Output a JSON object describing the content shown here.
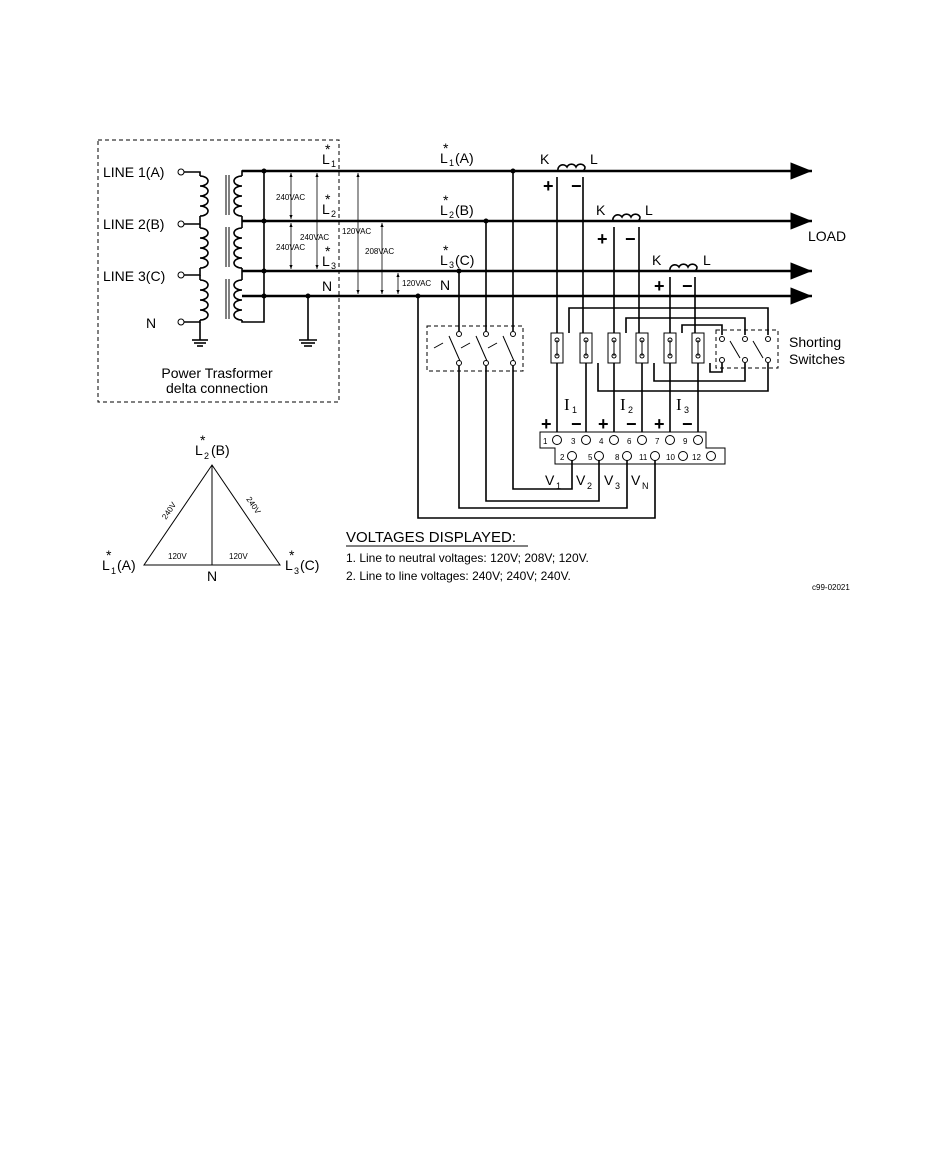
{
  "transformer": {
    "lines": [
      "LINE 1(A)",
      "LINE 2(B)",
      "LINE 3(C)",
      "N"
    ],
    "title_line1": "Power Trasformer",
    "title_line2": "delta connection"
  },
  "phase_labels": {
    "L1": "L",
    "L1_sub": "1",
    "L2": "L",
    "L2_sub": "2",
    "L3": "L",
    "L3_sub": "3",
    "N": "N",
    "star": "*"
  },
  "bus_labels": {
    "a": "L",
    "a_sub": "1",
    "a_suffix": "(A)",
    "b": "L",
    "b_sub": "2",
    "b_suffix": "(B)",
    "c": "L",
    "c_sub": "3",
    "c_suffix": "(C)",
    "n": "N"
  },
  "voltages": {
    "v240a": "240VAC",
    "v240b": "240VAC",
    "v240c": "240VAC",
    "v120a": "120VAC",
    "v208": "208VAC",
    "v120b": "120VAC"
  },
  "load": "LOAD",
  "ct": {
    "k": "K",
    "l": "L",
    "plus": "+",
    "minus": "−"
  },
  "shorting": {
    "line1": "Shorting",
    "line2": "Switches"
  },
  "currents": {
    "i": "I",
    "i1": "1",
    "i2": "2",
    "i3": "3"
  },
  "terminals": {
    "top": [
      "1",
      "3",
      "4",
      "6",
      "7",
      "9"
    ],
    "bottom": [
      "2",
      "5",
      "8",
      "11",
      "10",
      "12"
    ]
  },
  "vlabels": {
    "v": "V",
    "v1": "1",
    "v2": "2",
    "v3": "3",
    "vn": "N"
  },
  "triangle": {
    "top": "L",
    "top_sub": "2",
    "top_suffix": "(B)",
    "left": "L",
    "left_sub": "1",
    "left_suffix": "(A)",
    "right": "L",
    "right_sub": "3",
    "right_suffix": "(C)",
    "n": "N",
    "side_left": "240V",
    "side_right": "240V",
    "base_left": "120V",
    "base_right": "120V"
  },
  "notes": {
    "heading": "VOLTAGES DISPLAYED:",
    "line1": "1. Line to neutral voltages: 120V; 208V; 120V.",
    "line2": "2. Line to line voltages: 240V; 240V; 240V."
  },
  "figure_id": "c99-02021"
}
